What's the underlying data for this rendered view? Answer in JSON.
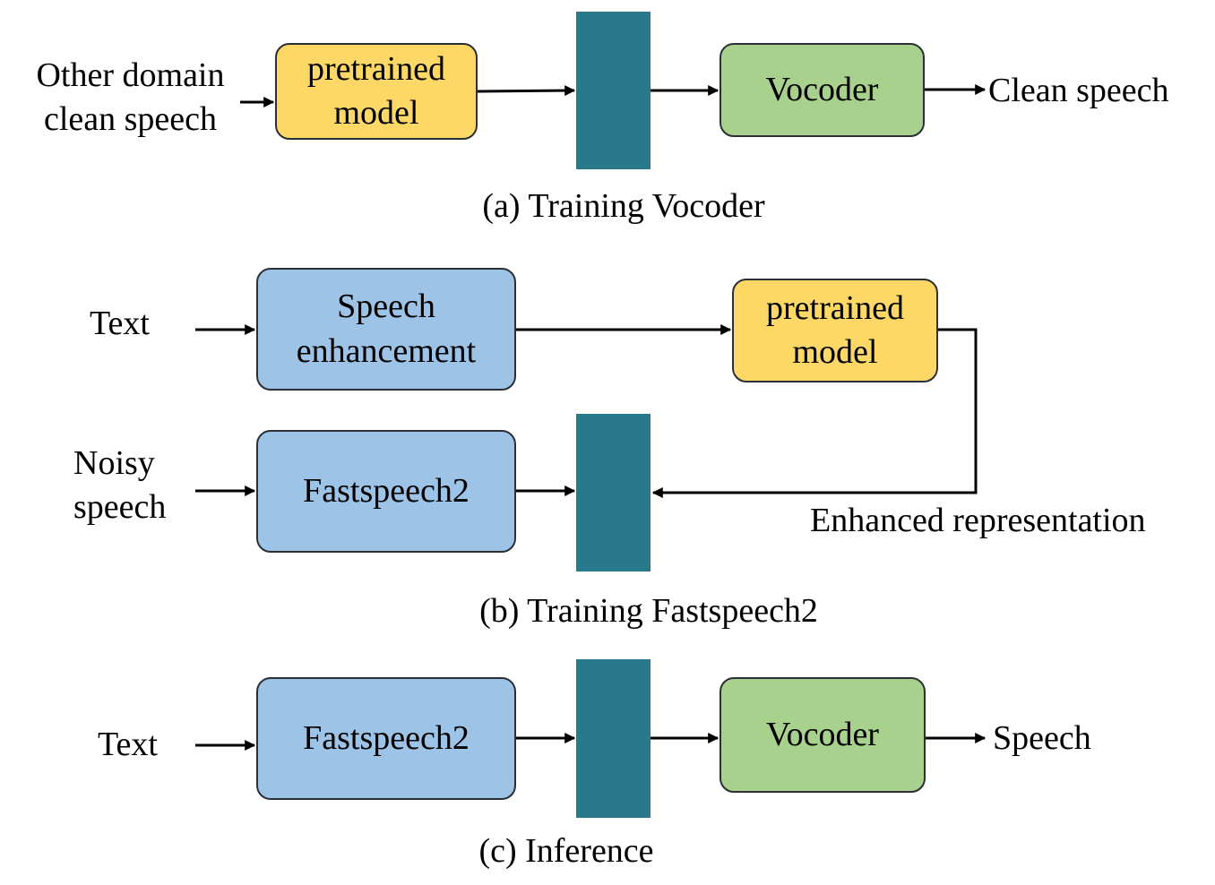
{
  "colors": {
    "pretrained_box": "#fdd866",
    "vocoder_box": "#a8d18d",
    "model_box": "#9dc3e6",
    "feature_block": "#287a8a",
    "arrow": "#000000"
  },
  "panel_a": {
    "input_label": "Other domain\nclean speech",
    "pretrained_label": "pretrained\nmodel",
    "vocoder_label": "Vocoder",
    "output_label": "Clean speech",
    "caption": "(a) Training Vocoder"
  },
  "panel_b": {
    "text_label": "Text",
    "noisy_label": "Noisy\nspeech",
    "enhancement_label": "Speech\nenhancement",
    "pretrained_label": "pretrained\nmodel",
    "fastspeech_label": "Fastspeech2",
    "feedback_label": "Enhanced representation",
    "caption": "(b) Training Fastspeech2"
  },
  "panel_c": {
    "text_label": "Text",
    "fastspeech_label": "Fastspeech2",
    "vocoder_label": "Vocoder",
    "output_label": "Speech",
    "caption": "(c) Inference"
  }
}
